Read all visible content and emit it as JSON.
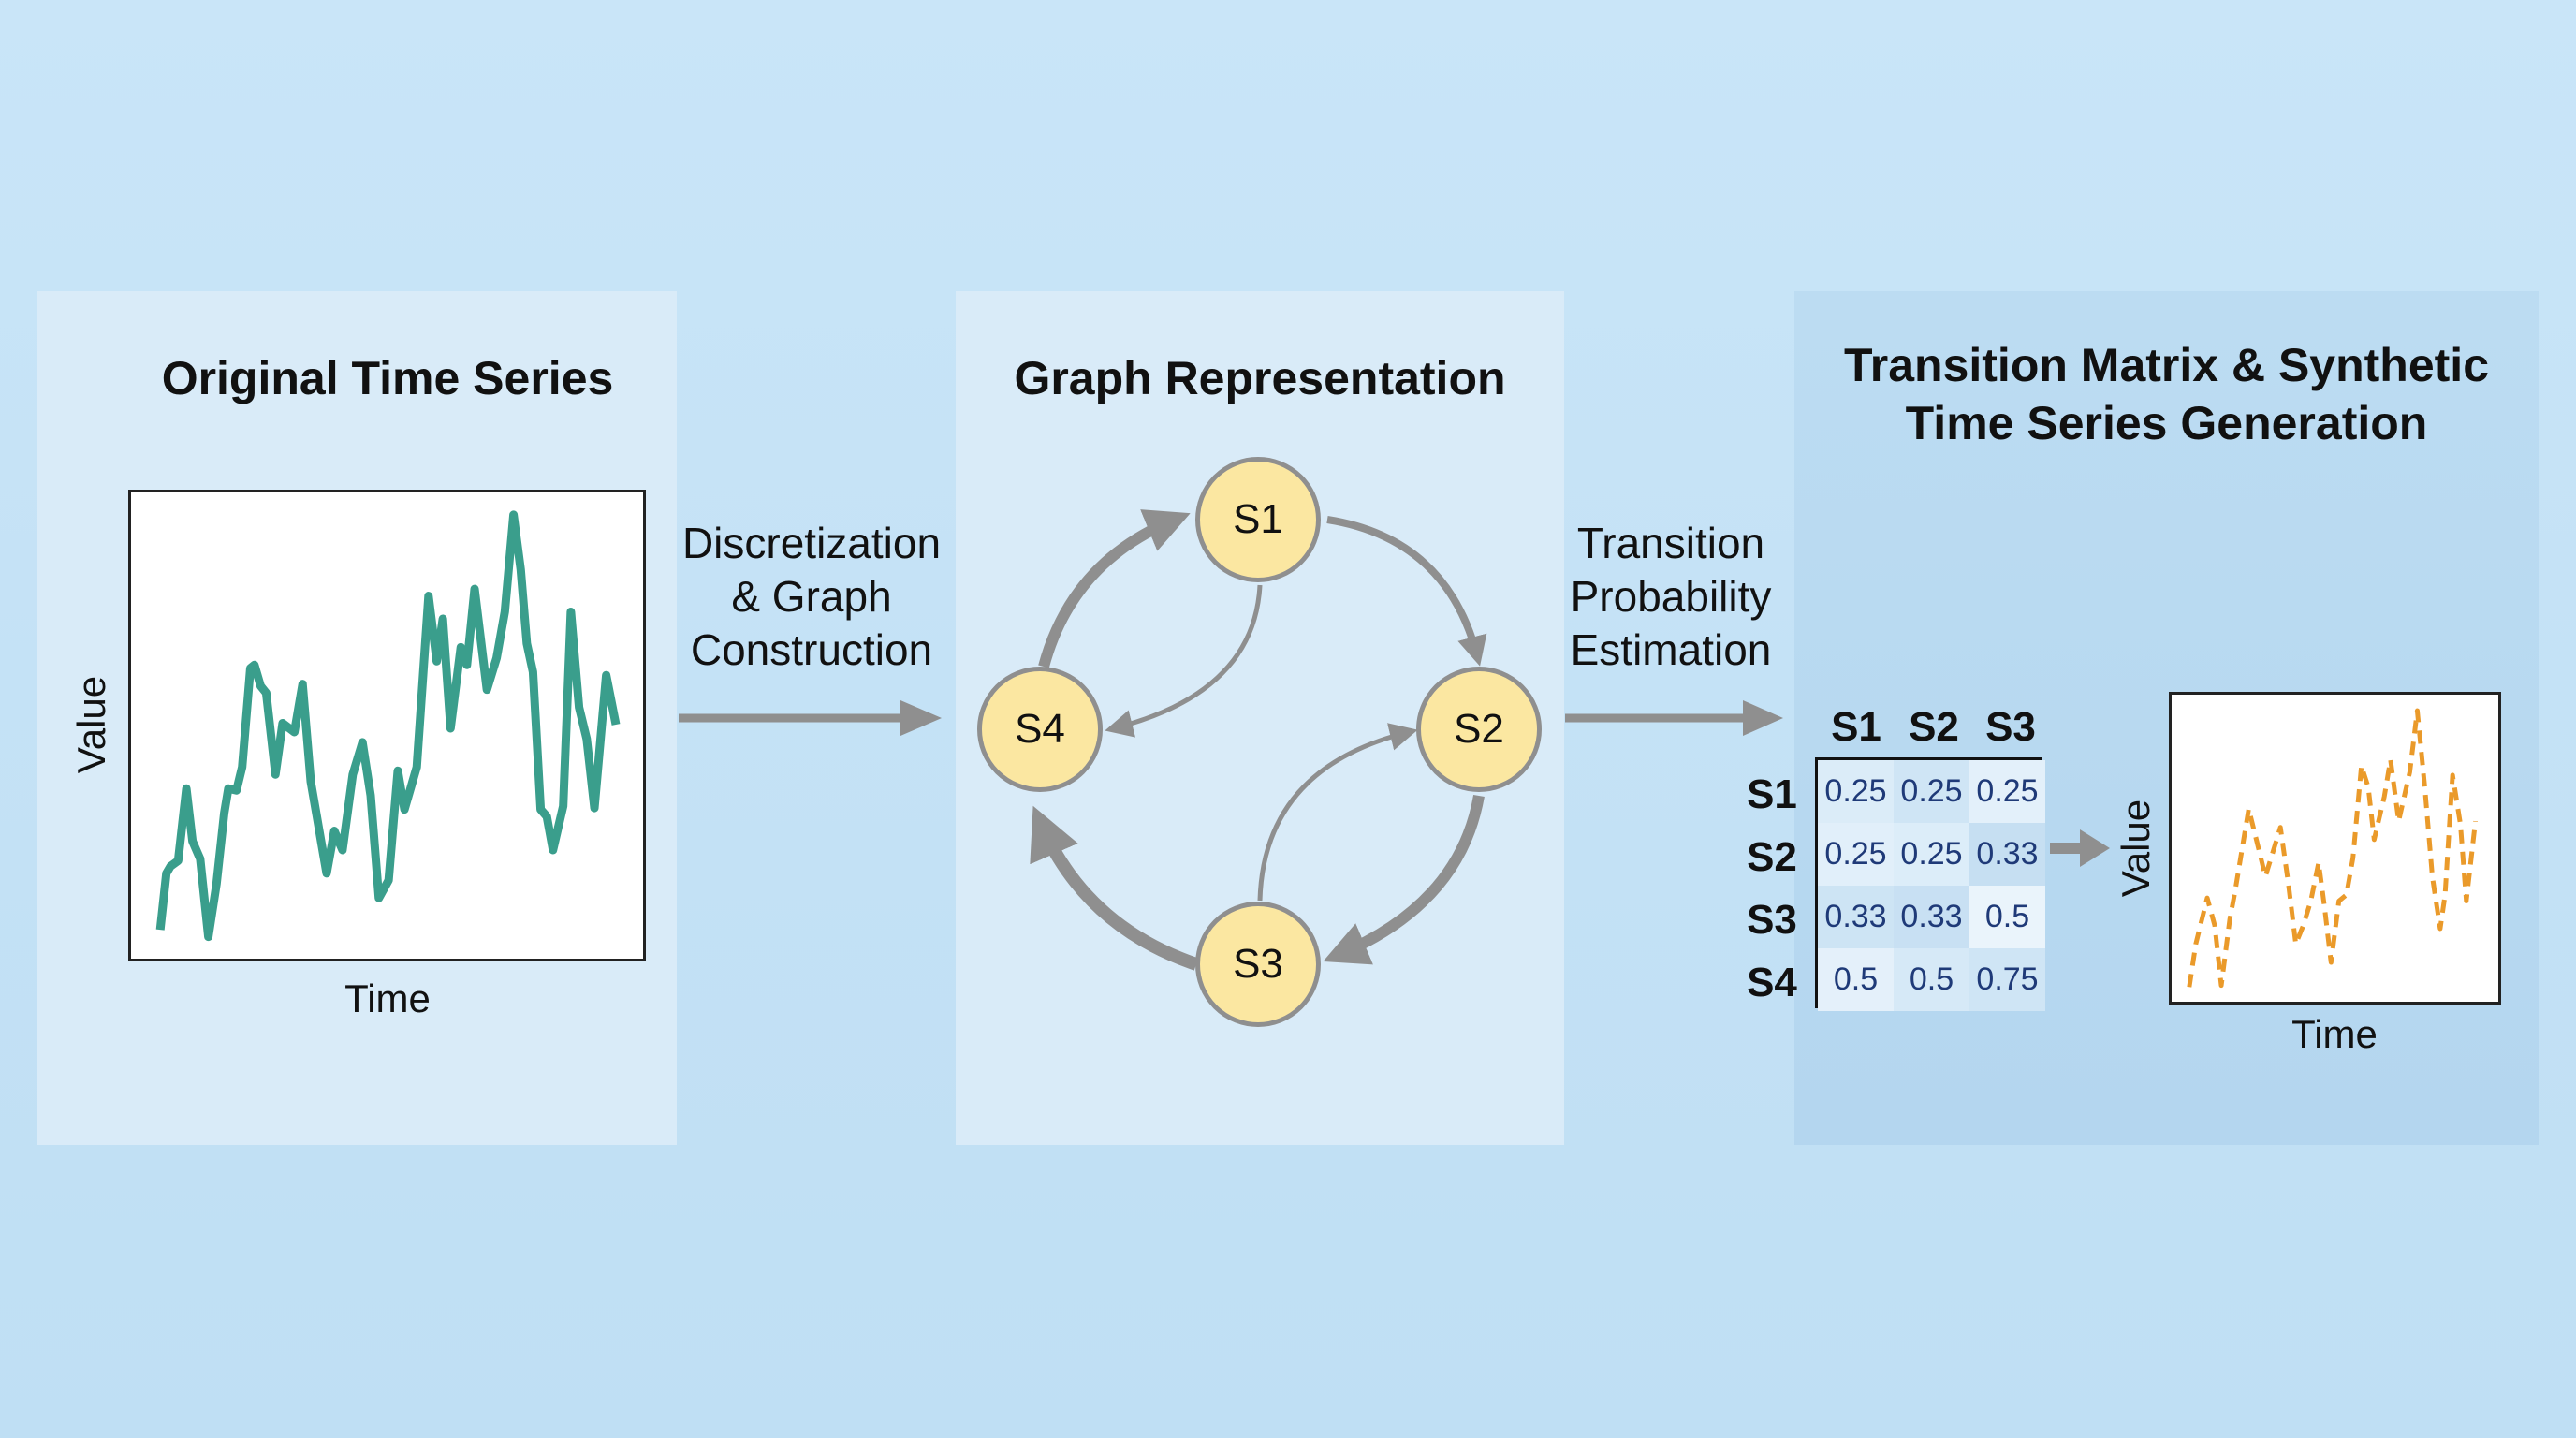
{
  "panels": {
    "original": {
      "title": "Original Time Series",
      "xlabel": "Time",
      "ylabel": "Value"
    },
    "graph": {
      "title": "Graph Representation",
      "nodes": [
        "S1",
        "S2",
        "S3",
        "S4"
      ]
    },
    "transition": {
      "title_line1": "Transition Matrix & Synthetic",
      "title_line2": "Time Series Generation",
      "xlabel": "Time",
      "ylabel": "Value"
    }
  },
  "steps": {
    "step1": [
      "Discretization",
      "& Graph",
      "Construction"
    ],
    "step2": [
      "Transition",
      "Probability",
      "Estimation"
    ]
  },
  "matrix": {
    "col_headers": [
      "S1",
      "S2",
      "S3"
    ],
    "row_headers": [
      "S1",
      "S2",
      "S3",
      "S4"
    ],
    "values": [
      [
        "0.25",
        "0.25",
        "0.25"
      ],
      [
        "0.25",
        "0.25",
        "0.33"
      ],
      [
        "0.33",
        "0.33",
        "0.5"
      ],
      [
        "0.5",
        "0.5",
        "0.75"
      ]
    ]
  },
  "colors": {
    "original_line": "#3a9e8c",
    "synthetic_line": "#ea9a2a",
    "node_fill": "#fbe7a1",
    "arrow": "#8f8f8f"
  },
  "chart_data": [
    {
      "type": "line",
      "title": "Original Time Series",
      "xlabel": "Time",
      "ylabel": "Value",
      "xlim": [
        0,
        100
      ],
      "ylim": [
        0,
        100
      ],
      "grid": false,
      "style": "solid",
      "x": [
        5.7,
        6.9,
        7.7,
        9.2,
        10.8,
        12,
        13.5,
        15.1,
        16.7,
        18.2,
        19,
        20.6,
        21.7,
        23.3,
        24.1,
        25.3,
        26.4,
        28.2,
        29.6,
        31.9,
        33.5,
        35.1,
        38.2,
        39.7,
        41.3,
        43.3,
        45.2,
        46.8,
        48.4,
        50.3,
        52.1,
        53.4,
        55.8,
        58.1,
        59.7,
        60.9,
        62.4,
        64.4,
        65.6,
        67.1,
        69.5,
        71.4,
        73,
        74.7,
        76.1,
        77.3,
        78.5,
        80,
        81.2,
        82.4,
        84.4,
        85.9,
        87.5,
        89,
        90.5,
        92.8,
        94.7
      ],
      "y": [
        6.2,
        18.3,
        19.8,
        21,
        36.5,
        25.2,
        21.4,
        4.7,
        16.1,
        31.2,
        36.5,
        36.1,
        41.1,
        62.3,
        63,
        58.5,
        57,
        39.5,
        50.5,
        48.6,
        58.9,
        38,
        18.3,
        27.4,
        23.3,
        39.5,
        46.4,
        35,
        13,
        16.8,
        40.3,
        32,
        41.1,
        77.8,
        63.8,
        72.9,
        49.4,
        66.8,
        63,
        79.3,
        57.7,
        64.5,
        74.4,
        95.2,
        83.5,
        67.6,
        61.5,
        32,
        30.5,
        23.3,
        32.7,
        74.4,
        53.9,
        47.1,
        32.3,
        60.8,
        50.2
      ]
    },
    {
      "type": "line",
      "title": "Synthetic Time Series",
      "xlabel": "Time",
      "ylabel": "Value",
      "xlim": [
        0,
        100
      ],
      "ylim": [
        0,
        100
      ],
      "grid": false,
      "style": "dashed",
      "x": [
        5.4,
        7.4,
        10.9,
        13.2,
        15.2,
        17.8,
        19.4,
        23.6,
        26.4,
        28.7,
        31.3,
        33.3,
        35.7,
        38,
        40.3,
        42.6,
        45,
        46.8,
        48.8,
        51.2,
        53.5,
        55.5,
        58.1,
        60.2,
        62,
        65.1,
        67,
        69.5,
        72.9,
        75.2,
        77.5,
        79.8,
        82.2,
        83.7,
        86,
        88.4,
        90.2,
        93
      ],
      "y": [
        4.8,
        18.8,
        33.8,
        24.8,
        5.3,
        26.8,
        35.8,
        62.8,
        50.8,
        40.8,
        49.8,
        56.8,
        38.8,
        18.8,
        24.8,
        32.8,
        45.3,
        30.8,
        12.8,
        32.8,
        34.8,
        46.8,
        76.8,
        69.8,
        52.8,
        66.8,
        78.8,
        58.8,
        74.8,
        94.8,
        69.8,
        40.8,
        23.8,
        34.8,
        73.8,
        57.8,
        32.8,
        58.8
      ]
    }
  ]
}
